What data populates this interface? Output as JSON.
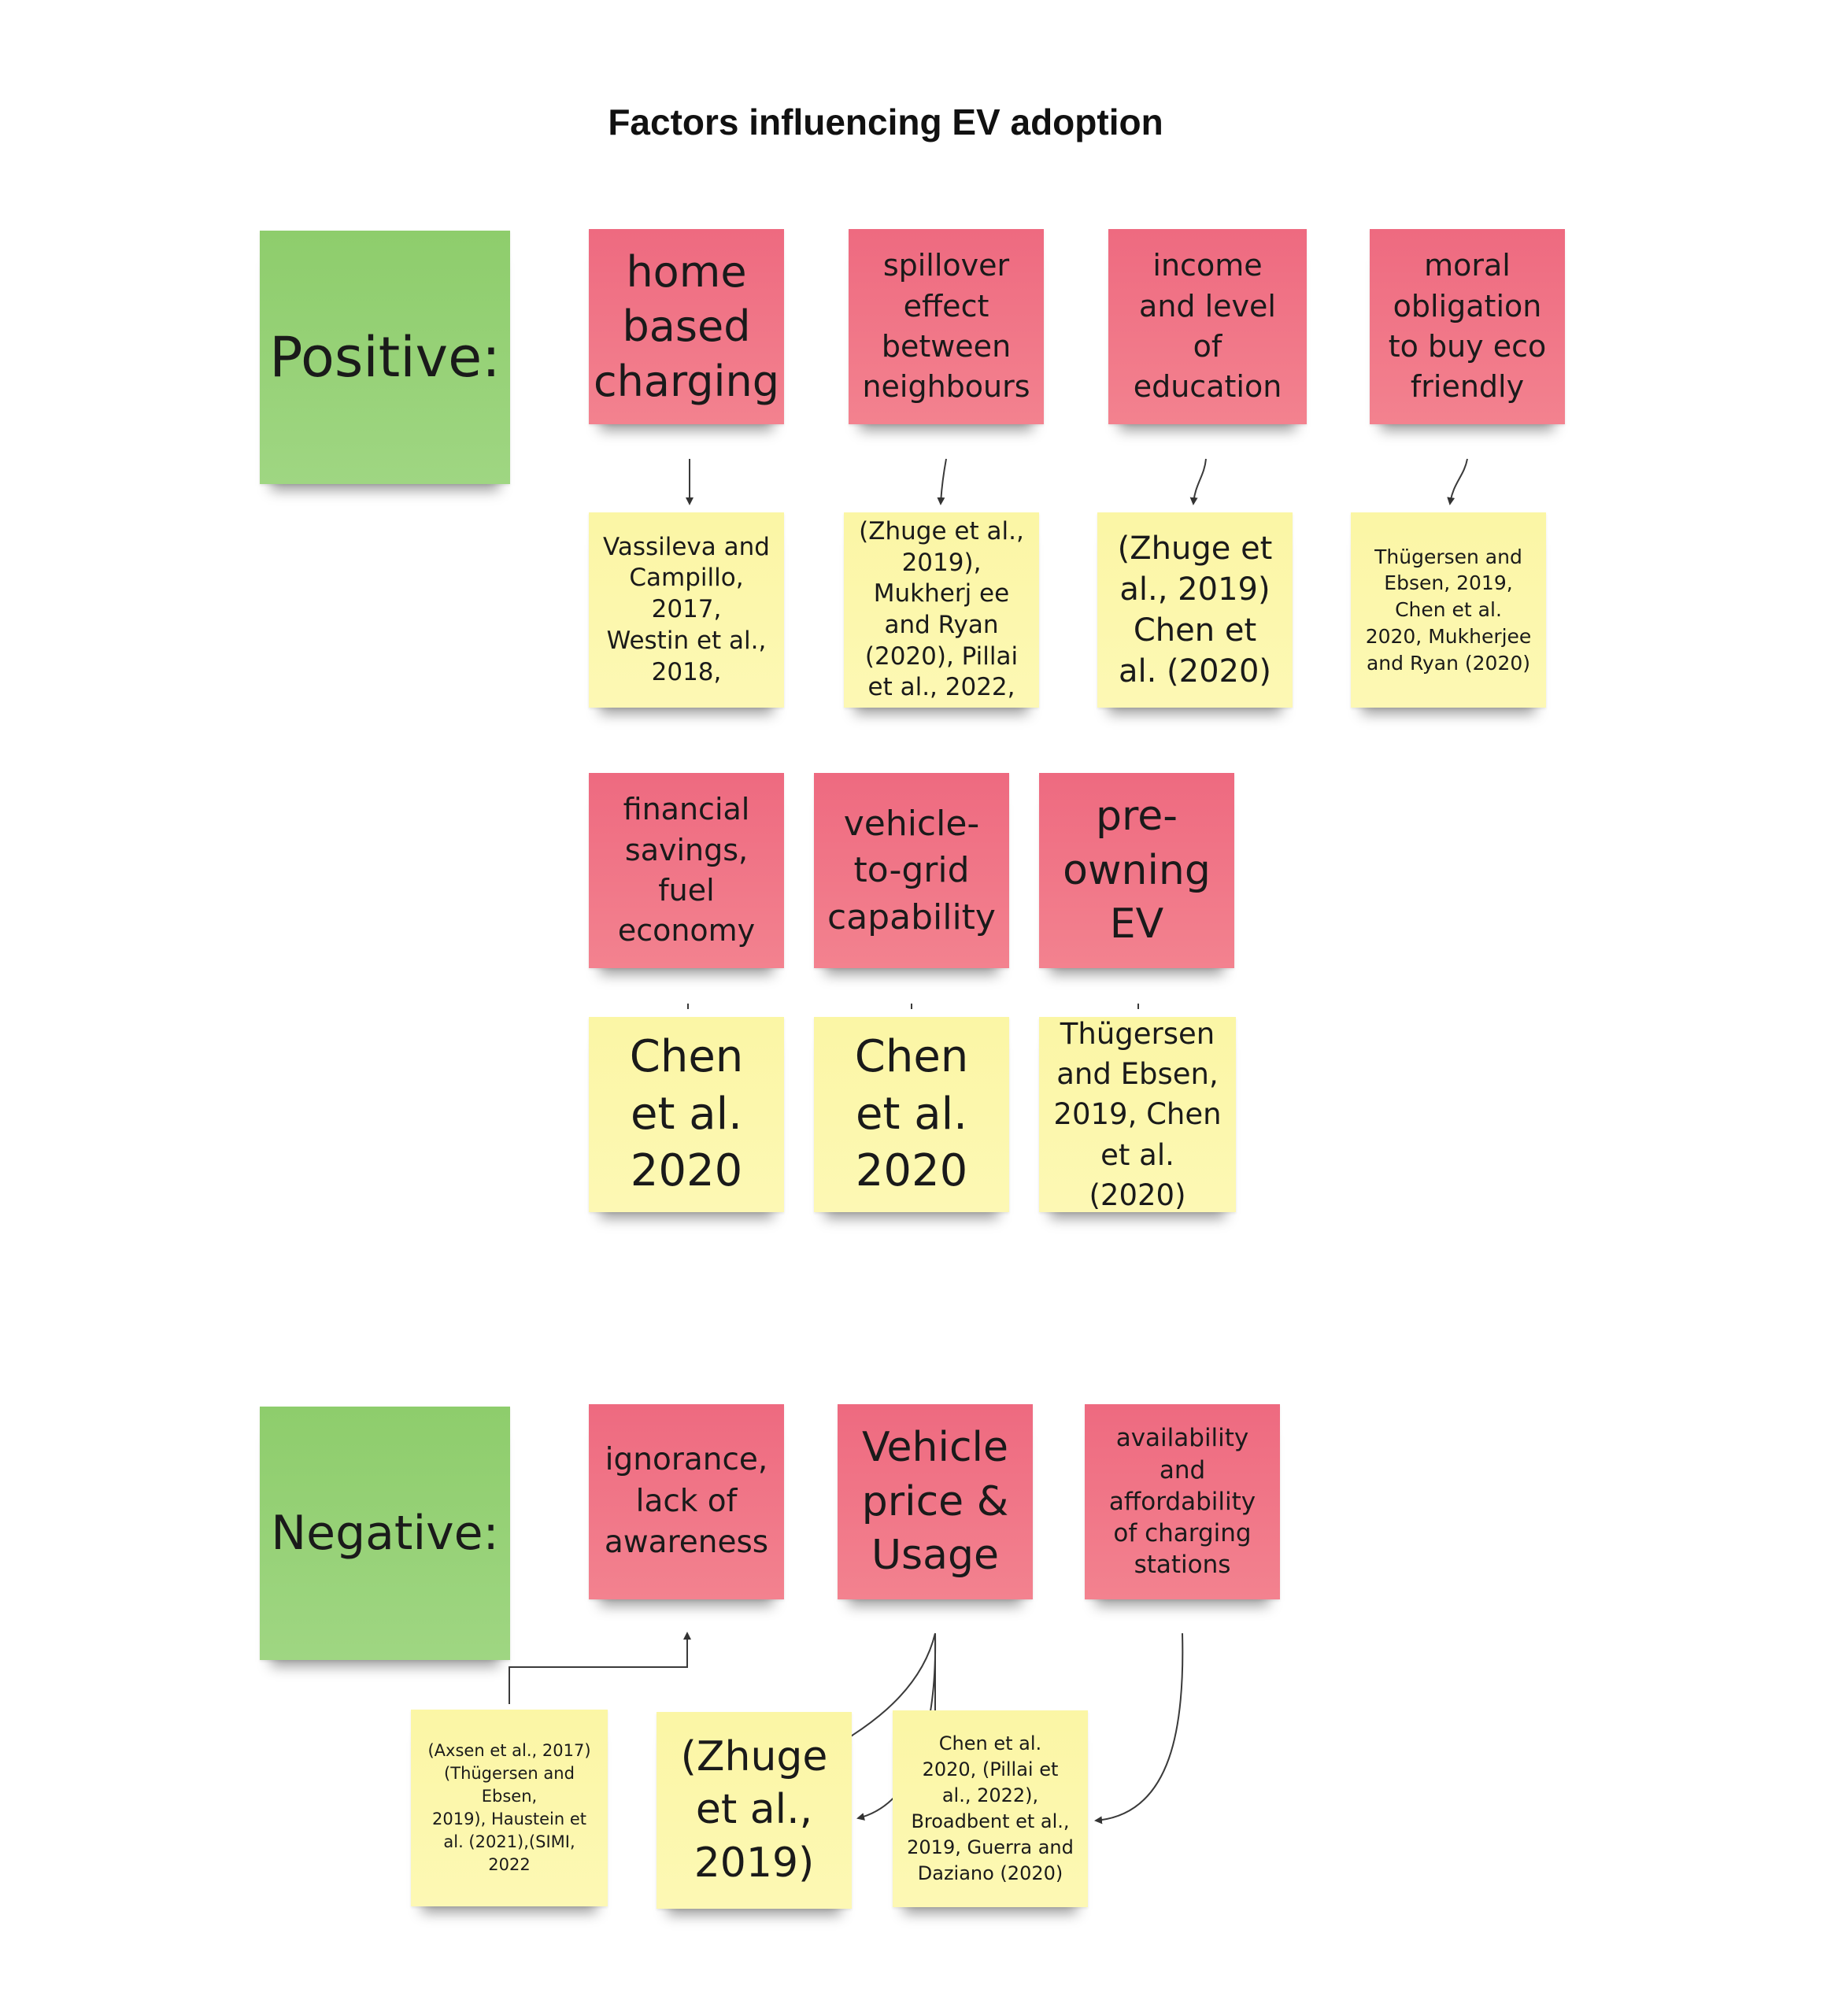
{
  "title": "Factors influencing EV adoption",
  "positive": {
    "label": "Positive:",
    "factors": [
      {
        "text": "home based charging",
        "source": "Vassileva and Campillo, 2017,\nWestin et al., 2018,"
      },
      {
        "text": "spillover effect between neighbours",
        "source": "(Zhuge et al., 2019), Mukherj ee and Ryan (2020), Pillai et al., 2022,"
      },
      {
        "text": "income and level of education",
        "source": "(Zhuge et al., 2019) Chen et al. (2020)"
      },
      {
        "text": "moral obligation to buy eco friendly",
        "source": "Thügersen and Ebsen, 2019, Chen et al.\n2020, Mukherjee and Ryan (2020)"
      },
      {
        "text": "financial savings, fuel economy",
        "source": "Chen et al. 2020"
      },
      {
        "text": "vehicle-to-grid capability",
        "source": "Chen et al. 2020"
      },
      {
        "text": "pre-owning EV",
        "source": "Thügersen and Ebsen, 2019, Chen et al. (2020)"
      }
    ]
  },
  "negative": {
    "label": "Negative:",
    "factors": [
      {
        "text": "ignorance, lack of awareness"
      },
      {
        "text": "Vehicle price & Usage"
      },
      {
        "text": "availability and affordability of charging stations"
      }
    ],
    "sources": [
      "(Axsen et al., 2017) (Thügersen and Ebsen,\n2019), Haustein et al. (2021),(SIMI, 2022",
      "(Zhuge et al., 2019)",
      "Chen et al.\n2020, (Pillai et al., 2022), Broadbent et al.,\n2019, Guerra and Daziano (2020)"
    ]
  }
}
